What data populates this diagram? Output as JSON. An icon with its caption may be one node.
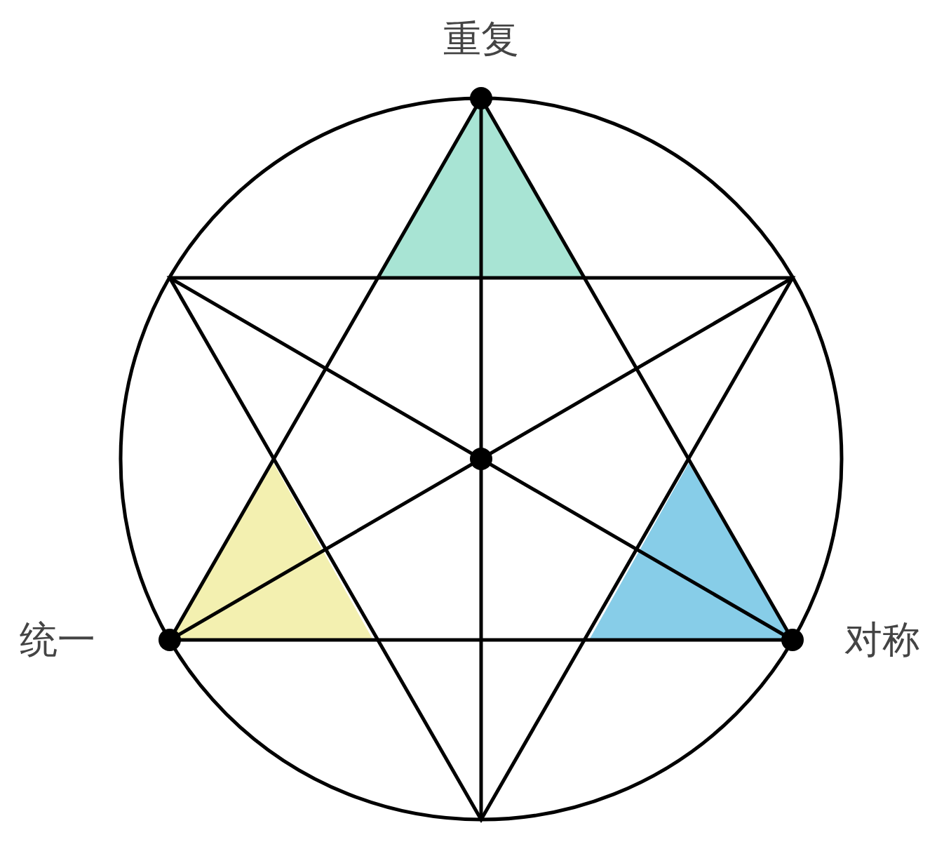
{
  "diagram": {
    "labels": [
      "重复",
      "统一",
      "对称"
    ]
  }
}
